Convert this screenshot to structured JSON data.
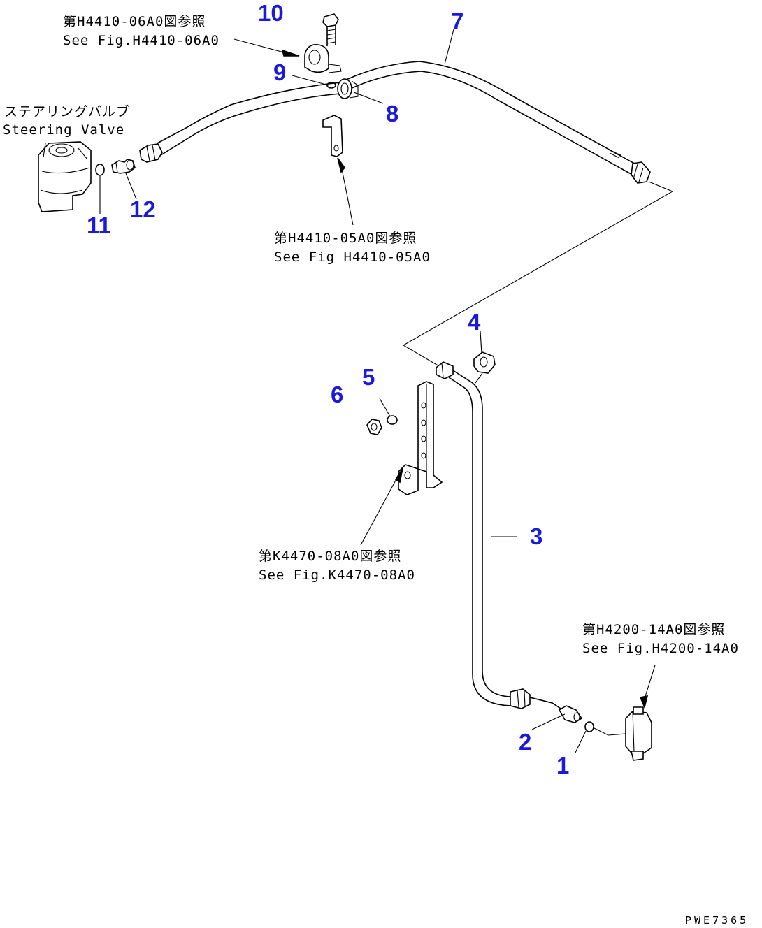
{
  "callouts": {
    "c1": "1",
    "c2": "2",
    "c3": "3",
    "c4": "4",
    "c5": "5",
    "c6": "6",
    "c7": "7",
    "c8": "8",
    "c9": "9",
    "c10": "10",
    "c11": "11",
    "c12": "12"
  },
  "refs": {
    "h4410_06a0": {
      "jp": "第H4410-06A0図参照",
      "en": "See Fig.H4410-06A0"
    },
    "steering_valve": {
      "jp": "ステアリングバルブ",
      "en": "Steering Valve"
    },
    "h4410_05a0": {
      "jp": "第H4410-05A0図参照",
      "en": "See Fig H4410-05A0"
    },
    "k4470_08a0": {
      "jp": "第K4470-08A0図参照",
      "en": "See Fig.K4470-08A0"
    },
    "h4200_14a0": {
      "jp": "第H4200-14A0図参照",
      "en": "See Fig.H4200-14A0"
    }
  },
  "drawing_code": "PWE7365",
  "colors": {
    "callout": "#1a1adb",
    "line": "#000000",
    "background": "#ffffff"
  }
}
